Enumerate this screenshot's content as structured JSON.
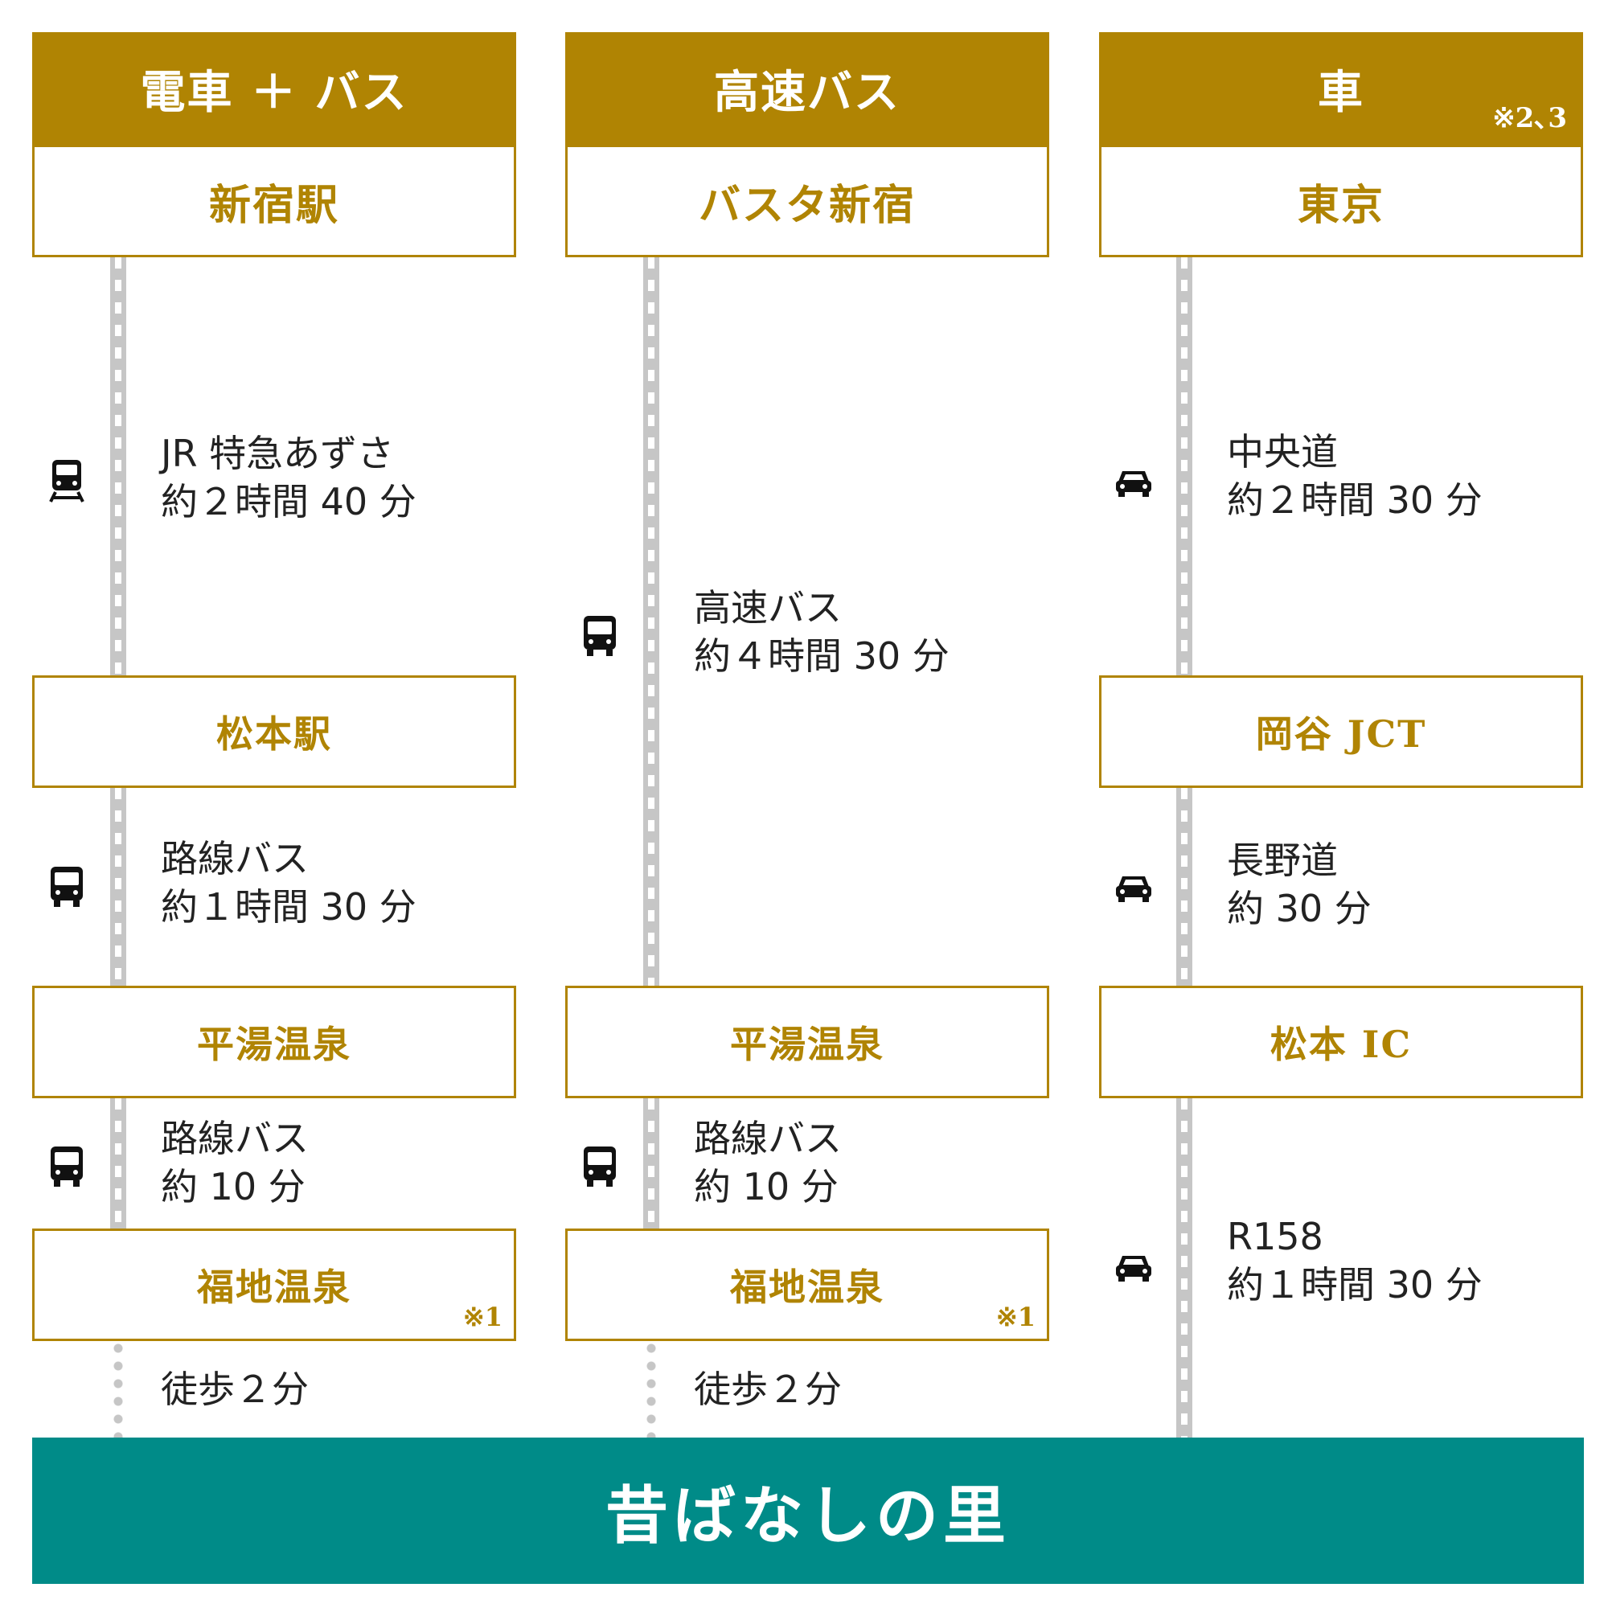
{
  "colors": {
    "gold": "#b08403",
    "teal": "#008b88",
    "line": "#c6c6c6",
    "text": "#222222"
  },
  "columns": [
    {
      "header": "電車 ＋ バス",
      "header_note": "",
      "stops": [
        {
          "name": "新宿駅",
          "note": ""
        },
        {
          "name": "松本駅",
          "note": ""
        },
        {
          "name": "平湯温泉",
          "note": ""
        },
        {
          "name": "福地温泉",
          "note": "※1"
        }
      ],
      "segments": [
        {
          "icon": "train-icon",
          "route": "JR 特急あずさ",
          "time": "約２時間 40 分"
        },
        {
          "icon": "bus-icon",
          "route": "路線バス",
          "time": "約１時間 30 分"
        },
        {
          "icon": "bus-icon",
          "route": "路線バス",
          "time": "約 10 分"
        },
        {
          "icon": "",
          "route": "徒歩２分",
          "time": ""
        }
      ]
    },
    {
      "header": "高速バス",
      "header_note": "",
      "stops": [
        {
          "name": "バスタ新宿",
          "note": ""
        },
        {
          "name": "平湯温泉",
          "note": ""
        },
        {
          "name": "福地温泉",
          "note": "※1"
        }
      ],
      "segments": [
        {
          "icon": "bus-icon",
          "route": "高速バス",
          "time": "約４時間 30 分"
        },
        {
          "icon": "bus-icon",
          "route": "路線バス",
          "time": "約 10 分"
        },
        {
          "icon": "",
          "route": "徒歩２分",
          "time": ""
        }
      ]
    },
    {
      "header": "車",
      "header_note": "※2､3",
      "stops": [
        {
          "name": "東京",
          "note": ""
        },
        {
          "name": "岡谷 JCT",
          "note": ""
        },
        {
          "name": "松本 IC",
          "note": ""
        }
      ],
      "segments": [
        {
          "icon": "car-icon",
          "route": "中央道",
          "time": "約２時間 30 分"
        },
        {
          "icon": "car-icon",
          "route": "長野道",
          "time": "約 30 分"
        },
        {
          "icon": "car-icon",
          "route": "R158",
          "time": "約１時間 30 分"
        }
      ]
    }
  ],
  "destination": "昔ばなしの里"
}
